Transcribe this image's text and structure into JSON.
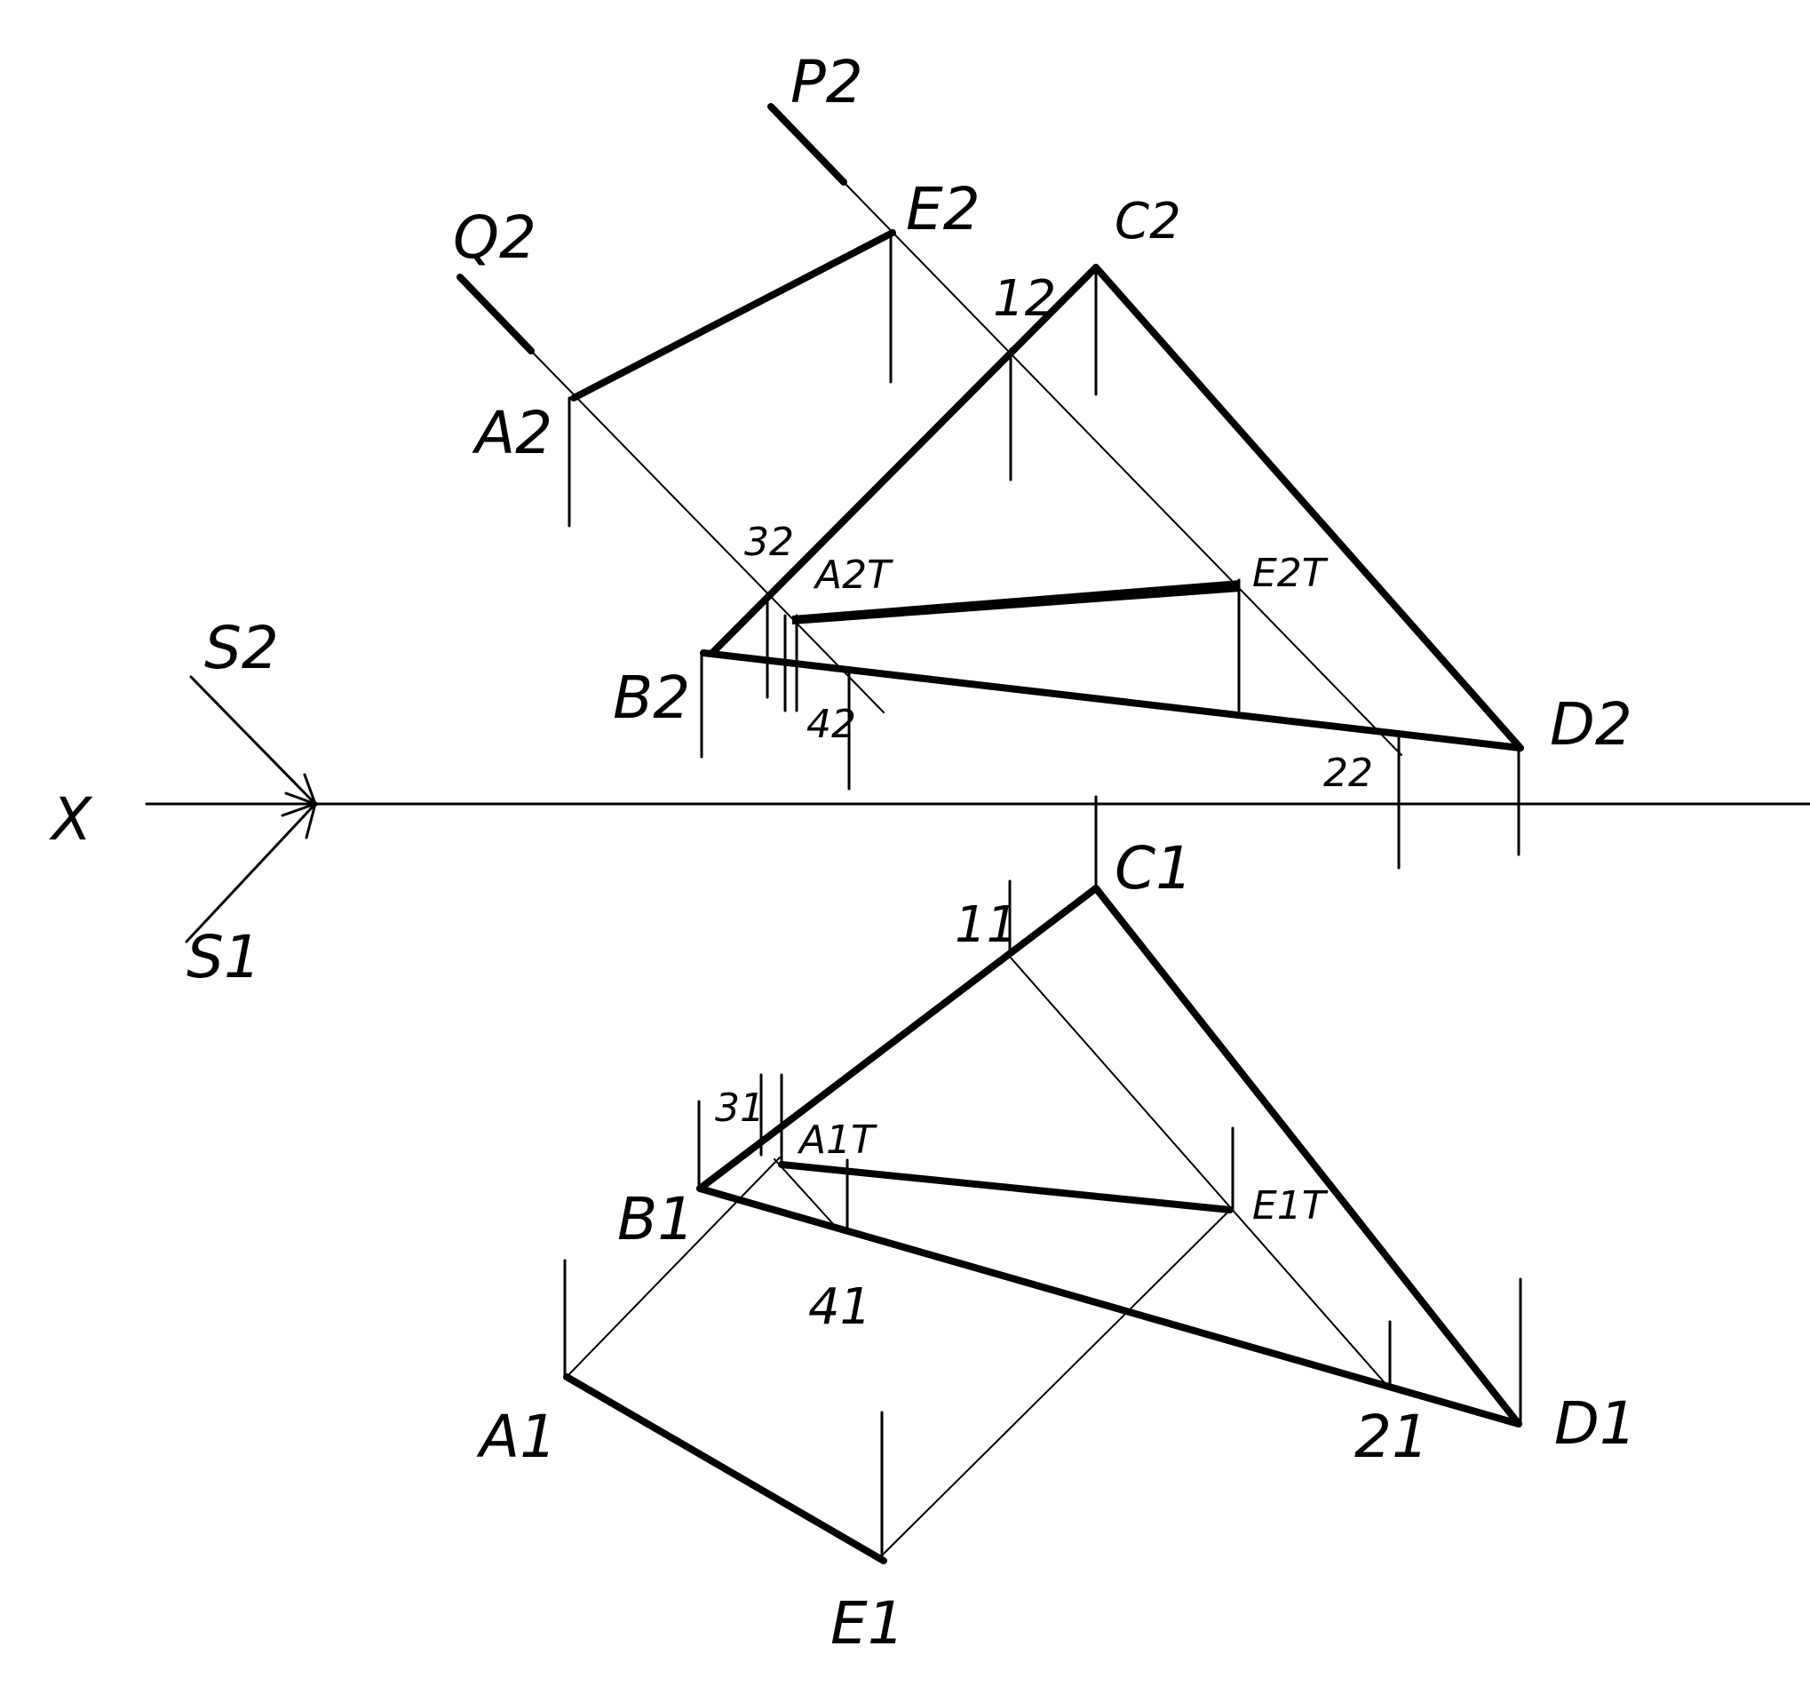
{
  "labels": {
    "x_axis": "X",
    "P2": "P2",
    "Q2": "Q2",
    "E2": "E2",
    "C2": "C2",
    "12": "12",
    "A2": "A2",
    "32": "32",
    "A2T": "A2T",
    "E2T": "E2T",
    "B2": "B2",
    "42": "42",
    "22": "22",
    "D2": "D2",
    "S2": "S2",
    "S1": "S1",
    "C1": "C1",
    "11": "11",
    "31": "31",
    "A1T": "A1T",
    "B1": "B1",
    "E1T": "E1T",
    "41": "41",
    "A1": "A1",
    "21": "21",
    "D1": "D1",
    "E1": "E1"
  }
}
